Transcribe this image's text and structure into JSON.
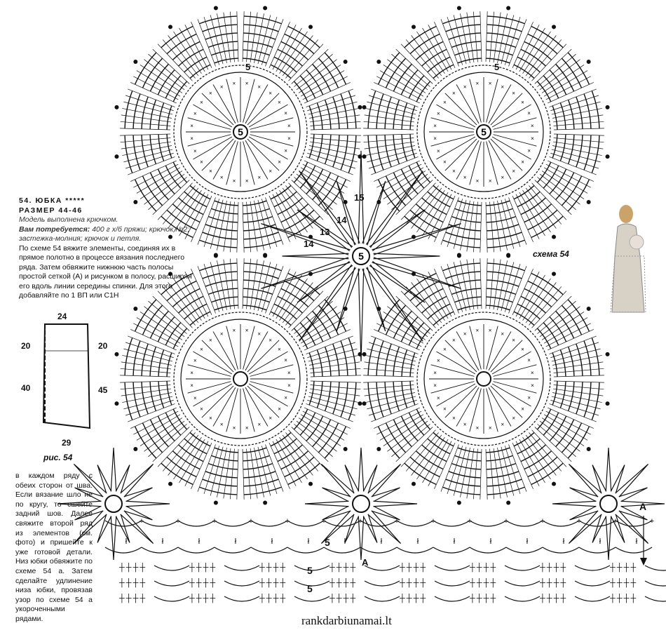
{
  "intro": {
    "title": "54. ЮБКА  *****",
    "size": "РАЗМЕР   44-46",
    "model": "Модель выполнена крючком.",
    "needs_label": "Вам потребуется:",
    "needs_text": " 400 г х/б пряжи; крючок №2; застежка-молния; крючок и петля.",
    "body": "По схеме 54 вяжите элементы, соединяя их в прямое полотно в процессе вязания последнего ряда. Затем обвяжите нижнюю часть полосы простой сеткой (А) и рисунком в полосу, расширяя его вдоль линии середины спинки. Для этого добавляйте по 1 ВП или С1Н"
  },
  "continuation": "в каждом ряду с обеих сторон от шва. Если вязание шло не по кругу, то сшейте задний шов. Далее свяжите второй ряд из элементов (см. фото) и пришейте к уже готовой детали. Низ юбки обвяжите по схеме 54 а. Затем сделайте удлинение низа юбки, провязав узор по схеме 54 а укороченными рядами.",
  "pattern_figure": {
    "caption": "рис. 54",
    "top": "24",
    "left_top": "20",
    "left_bottom": "40",
    "right_top": "20",
    "right_bottom": "45",
    "bottom": "29"
  },
  "scheme_caption": "схема 54",
  "motif_center_label": "5",
  "row_labels": {
    "r15": "15",
    "r14a": "14",
    "r13": "13",
    "r14b": "14",
    "top5a": "5",
    "top5b": "5",
    "band5": "5",
    "band5b": "5",
    "band5c": "5",
    "A_band": "A",
    "A_side": "A"
  },
  "watermark": "rankdarbiunamai.lt"
}
